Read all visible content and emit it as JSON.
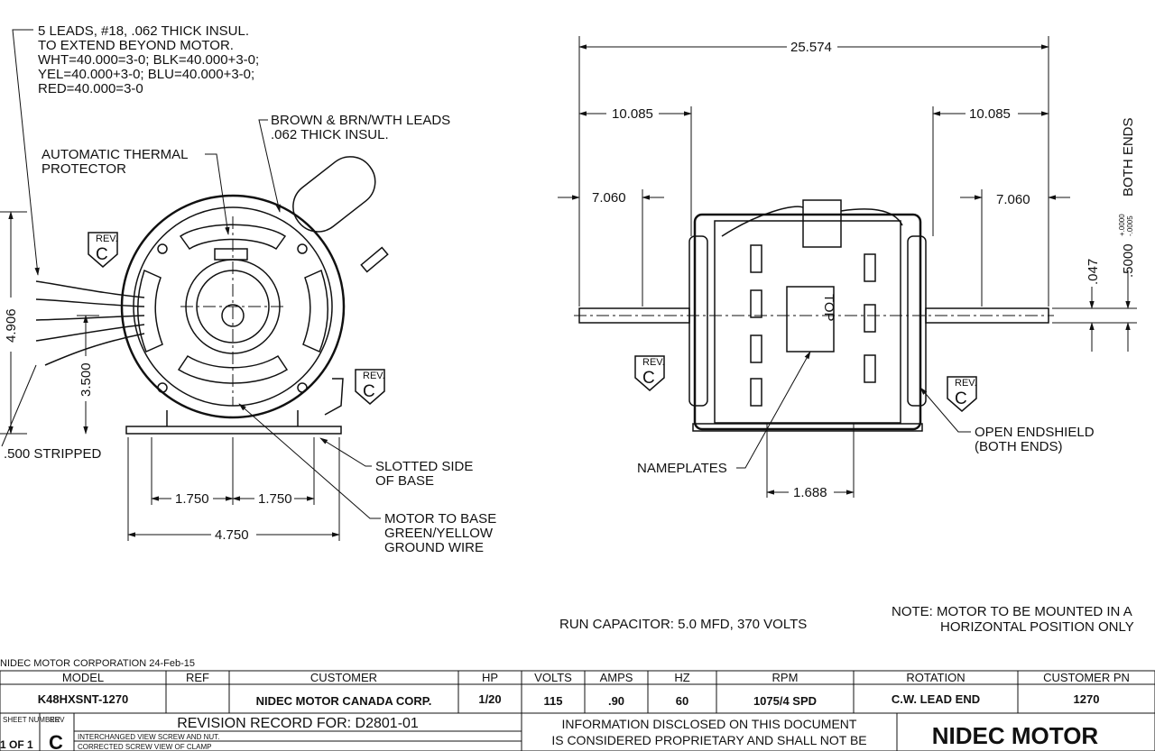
{
  "front_view": {
    "leads_note": [
      "5 LEADS, #18, .062 THICK INSUL.",
      "TO EXTEND BEYOND MOTOR.",
      "WHT=40.000=3-0; BLK=40.000+3-0;",
      "YEL=40.000+3-0; BLU=40.000+3-0;",
      "RED=40.000=3-0"
    ],
    "brown_note": [
      "BROWN & BRN/WTH LEADS",
      ".062 THICK INSUL."
    ],
    "thermal_note": [
      "AUTOMATIC THERMAL",
      "PROTECTOR"
    ],
    "stripped": ".500 STRIPPED",
    "slotted_note": [
      "SLOTTED SIDE",
      "OF BASE"
    ],
    "ground_note": [
      "MOTOR TO BASE",
      "GREEN/YELLOW",
      "GROUND WIRE"
    ],
    "dims": {
      "height": "4.906",
      "shaft_height": "3.500",
      "half_left": "1.750",
      "half_right": "1.750",
      "base_width": "4.750"
    },
    "rev_label": "REV.",
    "rev_letter": "C"
  },
  "side_view": {
    "dims": {
      "overall": "25.574",
      "left_ext": "10.085",
      "right_ext": "10.085",
      "left_shaft": "7.060",
      "right_shaft": "7.060",
      "flat": ".047",
      "shaft_dia": ".5000",
      "tol_plus": "+.0000",
      "tol_minus": "-.0005",
      "both_ends": "BOTH ENDS",
      "base_offset": "1.688"
    },
    "top_label": "TOP",
    "nameplates": "NAMEPLATES",
    "endshield_note": [
      "OPEN ENDSHIELD",
      "(BOTH ENDS)"
    ],
    "run_capacitor": "RUN CAPACITOR: 5.0 MFD, 370 VOLTS",
    "mount_note": [
      "NOTE: MOTOR TO BE MOUNTED IN A",
      "HORIZONTAL POSITION ONLY"
    ]
  },
  "title_block": {
    "corp_line": "NIDEC MOTOR CORPORATION 24-Feb-15",
    "headers": [
      "MODEL",
      "REF",
      "CUSTOMER",
      "HP",
      "VOLTS",
      "AMPS",
      "HZ",
      "RPM",
      "ROTATION",
      "CUSTOMER PN"
    ],
    "values": [
      "K48HXSNT-1270",
      "",
      "NIDEC MOTOR CANADA CORP.",
      "1/20",
      "115",
      ".90",
      "60",
      "1075/4 SPD",
      "C.W. LEAD END",
      "1270"
    ],
    "sheet_label": "SHEET NUMBER",
    "sheet_value": "1 OF 1",
    "rev_label": "REV",
    "rev_value": "C",
    "revision_record": "REVISION RECORD FOR:  D2801-01",
    "revision_lines": [
      "INTERCHANGED VIEW SCREW AND NUT.",
      "CORRECTED SCREW VIEW OF CLAMP"
    ],
    "info_lines": [
      "INFORMATION DISCLOSED ON THIS DOCUMENT",
      "IS CONSIDERED PROPRIETARY AND SHALL NOT BE"
    ],
    "logo": "NIDEC MOTOR"
  }
}
